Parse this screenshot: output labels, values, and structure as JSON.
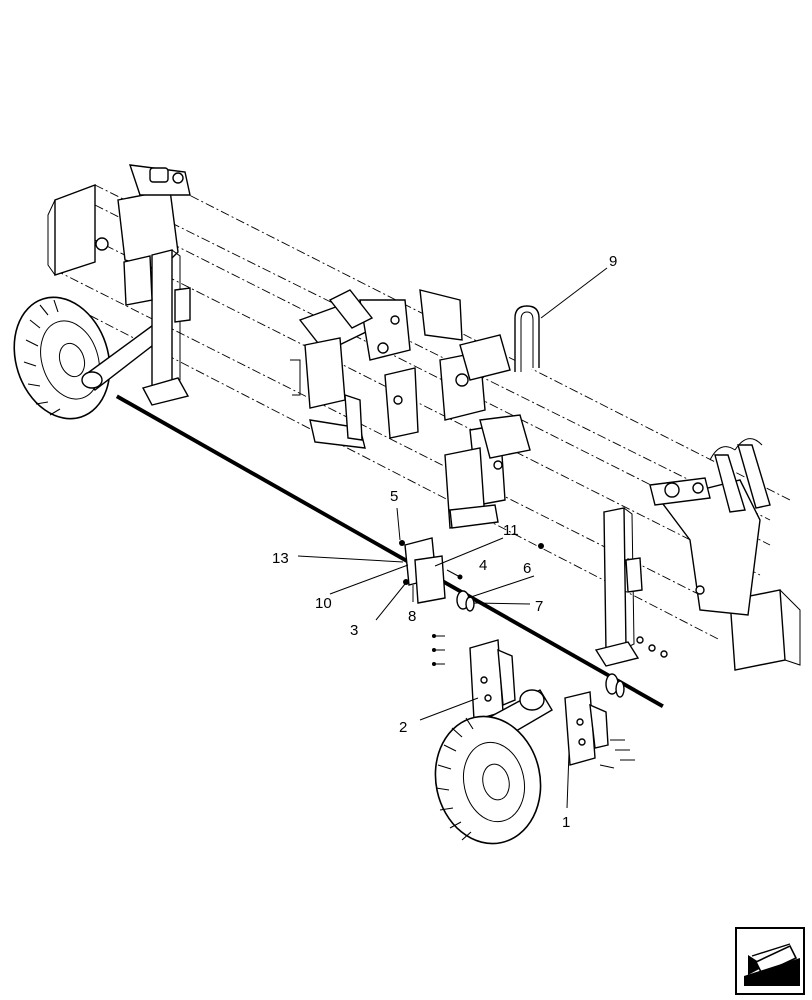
{
  "callouts": [
    {
      "id": "1",
      "label": "1"
    },
    {
      "id": "2",
      "label": "2"
    },
    {
      "id": "3",
      "label": "3"
    },
    {
      "id": "4",
      "label": "4"
    },
    {
      "id": "5",
      "label": "5"
    },
    {
      "id": "6",
      "label": "6"
    },
    {
      "id": "7",
      "label": "7"
    },
    {
      "id": "8",
      "label": "8"
    },
    {
      "id": "9",
      "label": "9"
    },
    {
      "id": "10",
      "label": "10"
    },
    {
      "id": "11",
      "label": "11"
    },
    {
      "id": "13",
      "label": "13"
    }
  ],
  "nav_icon": "back-arrow-icon"
}
